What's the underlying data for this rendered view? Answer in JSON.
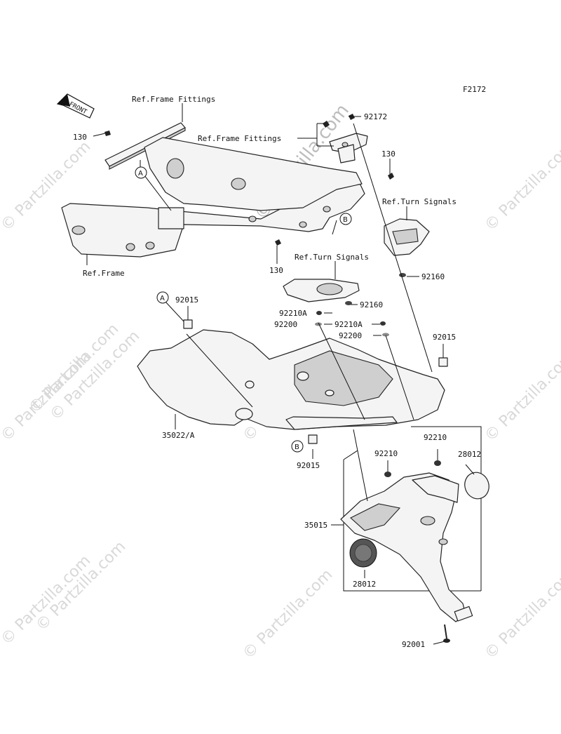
{
  "figure_code": "F2172",
  "front_marker": "FRONT",
  "watermarks": [
    "© Partzilla.com",
    "© Partzilla.com",
    "© Partzilla.com",
    "© Partzilla.com",
    "© Partzilla.com",
    "© Partzilla.com",
    "© Partzilla.com",
    "© Partzilla.com",
    "© Partzilla.com",
    "© Partzilla.com",
    "© Partzilla.com"
  ],
  "center_watermark": "© Partzilla.com",
  "refs": {
    "frame_fittings_1": "Ref.Frame Fittings",
    "frame_fittings_2": "Ref.Frame Fittings",
    "turn_signals_1": "Ref.Turn Signals",
    "turn_signals_2": "Ref.Turn Signals",
    "frame": "Ref.Frame"
  },
  "parts": {
    "p130_a": "130",
    "p130_b": "130",
    "p130_c": "130",
    "p92172": "92172",
    "p92160_a": "92160",
    "p92160_b": "92160",
    "p92015_a": "92015",
    "p92015_b": "92015",
    "p92015_c": "92015",
    "p92210A_a": "92210A",
    "p92210A_b": "92210A",
    "p92200_a": "92200",
    "p92200_b": "92200",
    "p35022": "35022/A",
    "p92210_a": "92210",
    "p92210_b": "92210",
    "p28012_a": "28012",
    "p28012_b": "28012",
    "p35015": "35015",
    "p92001": "92001"
  },
  "callouts": {
    "a_top": "A",
    "b_top": "B",
    "a_bottom": "A",
    "b_bottom": "B"
  }
}
